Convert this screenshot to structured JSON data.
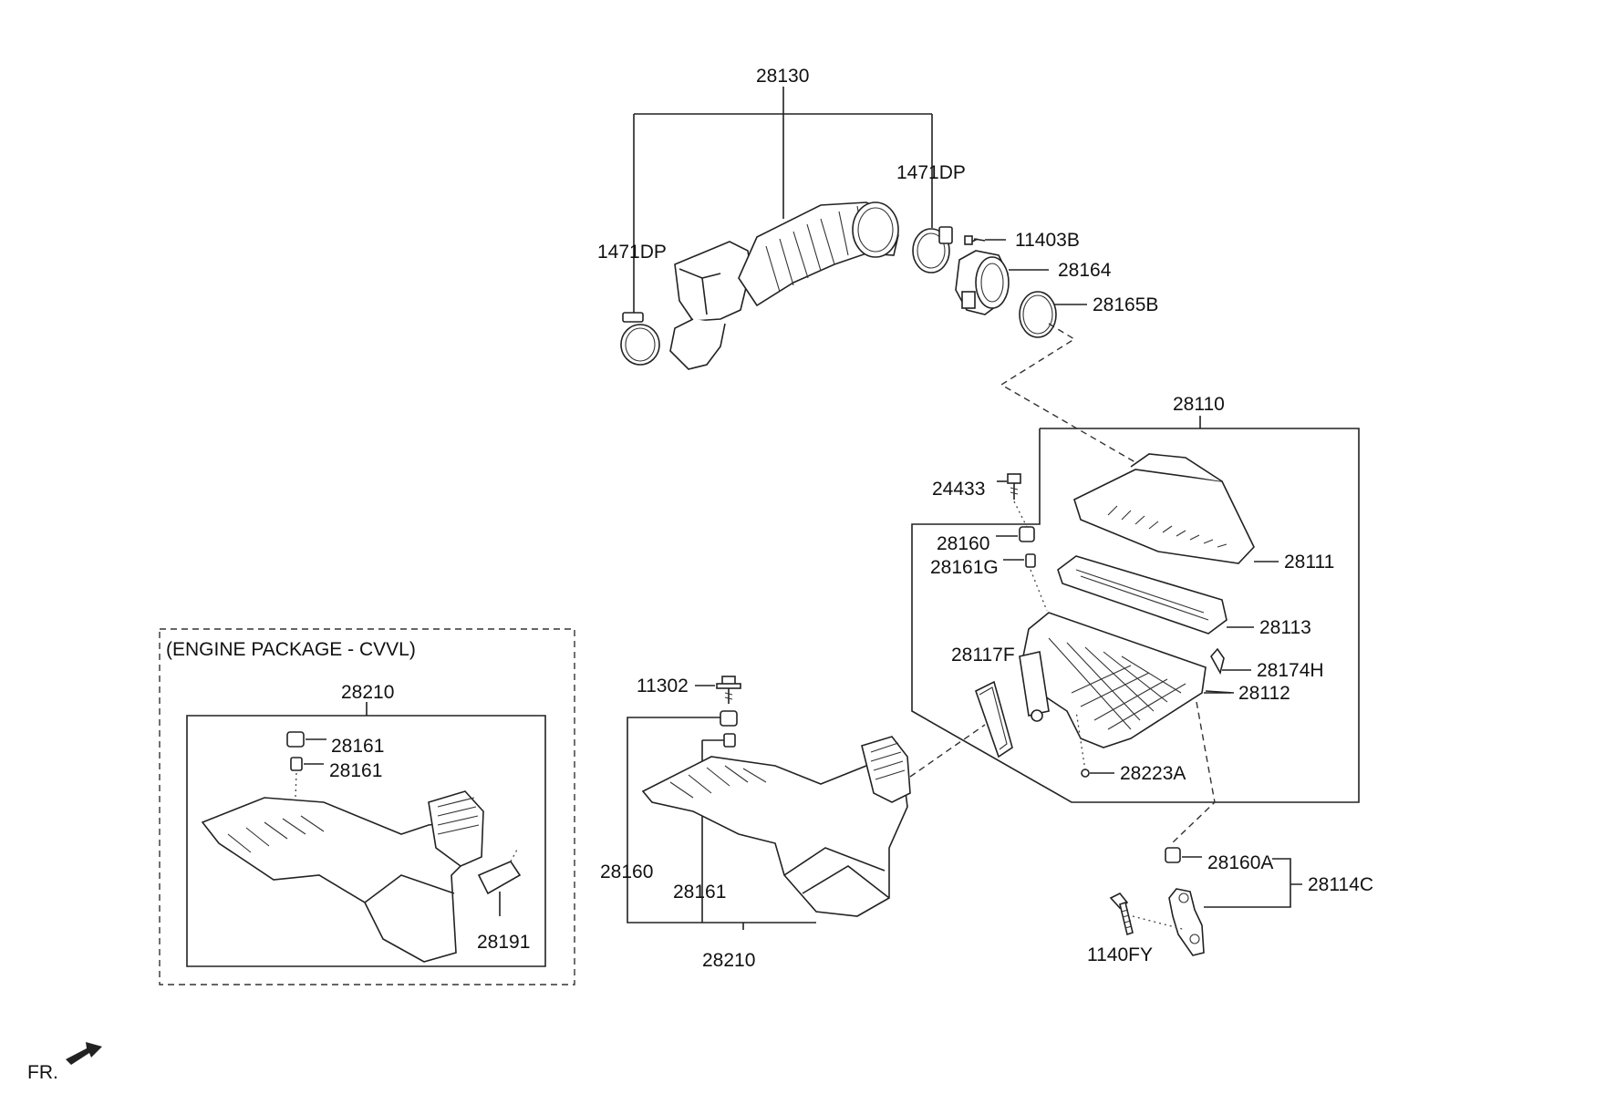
{
  "labels": {
    "intake_hose": "28130",
    "clamp_left": "1471DP",
    "clamp_right": "1471DP",
    "screw_11403b": "11403B",
    "sensor": "28164",
    "oring": "28165B",
    "cleaner_assy": "28110",
    "bolt_24433": "24433",
    "grommet_28160": "28160",
    "collar_28161g": "28161G",
    "cover": "28111",
    "element": "28113",
    "clip": "28174H",
    "body": "28112",
    "hose_28117f": "28117F",
    "pin_28223a": "28223A",
    "bolt_11302": "11302",
    "duct_grommet": "28160",
    "duct_collar": "28161",
    "duct": "28210",
    "mount_grommet": "28160A",
    "bracket": "28114C",
    "bolt_1140fy": "1140FY",
    "pkg_title": "(ENGINE PACKAGE - CVVL)",
    "pkg_duct": "28210",
    "pkg_grommet": "28161",
    "pkg_collar": "28161",
    "pkg_hose": "28191",
    "fr": "FR."
  }
}
